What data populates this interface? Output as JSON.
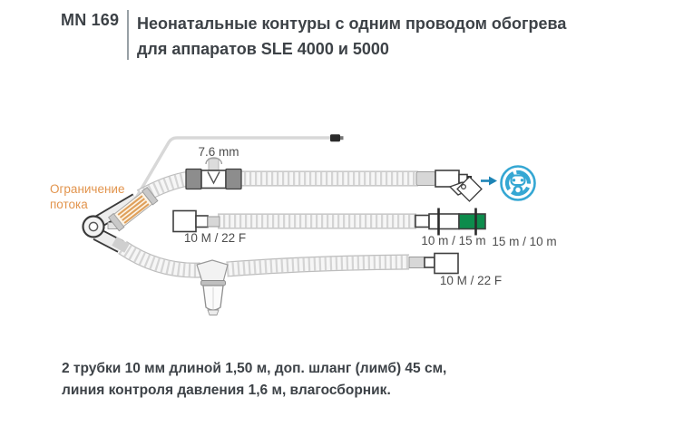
{
  "header": {
    "code": "MN 169",
    "title_line1": "Неонатальные контуры с одним проводом обогрева",
    "title_line2": "для аппаратов SLE 4000 и 5000"
  },
  "diagram": {
    "flow_restriction_line1": "Ограничение",
    "flow_restriction_line2": "потока",
    "t_connector_diameter": "7.6 mm",
    "inspiratory_connector": "10 M / 22 F",
    "expiratory_connector": "10 M / 22 F",
    "heated_marking_left": "10 m / 15 m",
    "heated_marking_right": "15 m / 10 m",
    "colors": {
      "flow_restrictor_orange": "#e2944d",
      "heated_section_green": "#0d8c4c",
      "heater_plug_blue": "#35a7d3"
    }
  },
  "footer": {
    "line1": "2 трубки 10 мм длиной 1,50 м, доп. шланг (лимб) 45 см,",
    "line2": "линия контроля давления 1,6 м, влагосборник."
  }
}
